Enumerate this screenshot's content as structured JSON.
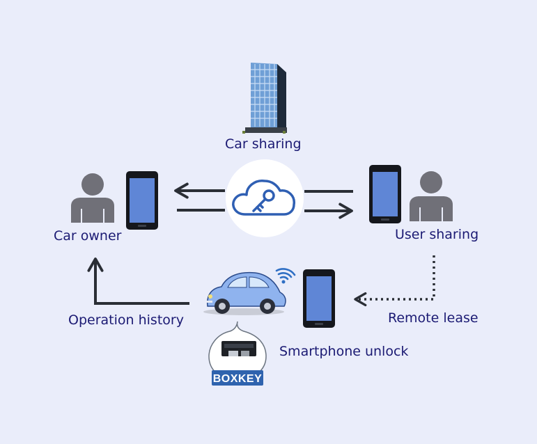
{
  "labels": {
    "car_sharing": "Car sharing",
    "car_owner": "Car owner",
    "user_sharing": "User sharing",
    "operation_history": "Operation history",
    "remote_lease": "Remote lease",
    "smartphone_unlock": "Smartphone unlock",
    "boxkey": "BOXKEY"
  },
  "colors": {
    "background": "#eaedfa",
    "label_text": "#1b1a73",
    "arrow": "#2a2e35",
    "person": "#707078",
    "phone_screen": "#5f86d6",
    "cloud_key": "#2f5fb3",
    "car_body": "#8fb3ee",
    "boxkey_badge": "#2f63ae"
  },
  "icons": [
    "building-icon",
    "cloud-key-icon",
    "person-icon",
    "smartphone-icon",
    "car-icon",
    "wifi-icon",
    "boxkey-device-icon"
  ]
}
